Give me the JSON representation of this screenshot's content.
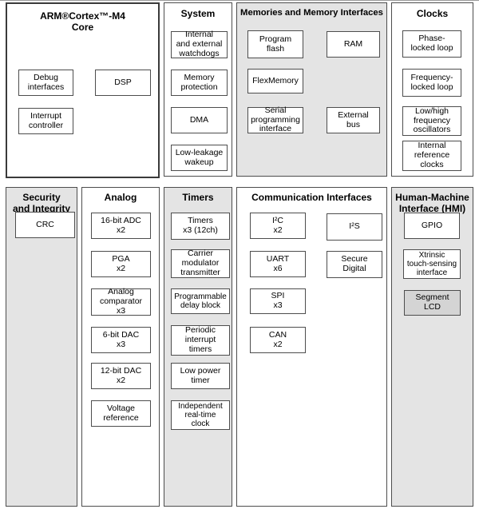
{
  "colors": {
    "panel_gray": "#e4e4e4",
    "segment_lcd_gray": "#d4d4d4",
    "line": "#4d4d4d",
    "line_strong": "#3a3a3a"
  },
  "panels": {
    "core": {
      "title": "ARM®Cortex™-M4\nCore",
      "boxes": {
        "debug_interfaces": "Debug\ninterfaces",
        "dsp": "DSP",
        "interrupt_controller": "Interrupt\ncontroller"
      }
    },
    "system": {
      "title": "System",
      "boxes": {
        "watchdogs": "Internal\nand external\nwatchdogs",
        "memory_protection": "Memory\nprotection",
        "dma": "DMA",
        "low_leakage_wakeup": "Low-leakage\nwakeup"
      }
    },
    "memories": {
      "title": "Memories and Memory Interfaces",
      "boxes": {
        "program_flash": "Program\nflash",
        "ram": "RAM",
        "flexmemory": "FlexMemory",
        "serial_programming_interface": "Serial\nprogramming\ninterface",
        "external_bus": "External\nbus"
      }
    },
    "clocks": {
      "title": "Clocks",
      "boxes": {
        "phase_locked_loop": "Phase-\nlocked loop",
        "frequency_locked_loop": "Frequency-\nlocked loop",
        "oscillators": "Low/high\nfrequency\noscillators",
        "internal_reference_clocks": "Internal\nreference\nclocks"
      }
    },
    "security": {
      "title": "Security\nand Integrity",
      "boxes": {
        "crc": "CRC"
      }
    },
    "analog": {
      "title": "Analog",
      "boxes": {
        "adc_16bit": "16-bit ADC\nx2",
        "pga": "PGA\nx2",
        "analog_comparator": "Analog\ncomparator\nx3",
        "dac_6bit": "6-bit DAC\nx3",
        "dac_12bit": "12-bit DAC\nx2",
        "voltage_reference": "Voltage\nreference"
      }
    },
    "timers": {
      "title": "Timers",
      "boxes": {
        "timers": "Timers\nx3 (12ch)",
        "carrier_modulator_transmitter": "Carrier\nmodulator\ntransmitter",
        "programmable_delay_block": "Programmable\ndelay block",
        "periodic_interrupt_timers": "Periodic\ninterrupt\ntimers",
        "low_power_timer": "Low power\ntimer",
        "independent_rtc": "Independent\nreal-time\nclock"
      }
    },
    "communication": {
      "title": "Communication Interfaces",
      "boxes": {
        "i2c": "I²C\nx2",
        "i2s": "I²S",
        "uart": "UART\nx6",
        "secure_digital": "Secure\nDigital",
        "spi": "SPI\nx3",
        "can": "CAN\nx2"
      }
    },
    "hmi": {
      "title": "Human-Machine\nInterface (HMI)",
      "boxes": {
        "gpio": "GPIO",
        "xtrinsic_touch_sensing": "Xtrinsic\ntouch-sensing\ninterface",
        "segment_lcd": "Segment\nLCD"
      }
    }
  }
}
